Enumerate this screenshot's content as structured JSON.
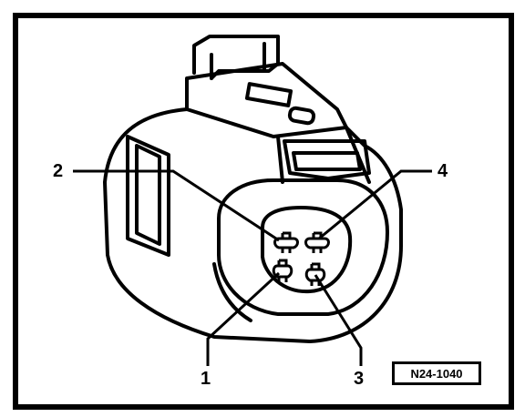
{
  "figure": {
    "callouts": {
      "pin_1": "1",
      "pin_2": "2",
      "pin_3": "3",
      "pin_4": "4"
    },
    "reference_code": "N24-1040"
  }
}
